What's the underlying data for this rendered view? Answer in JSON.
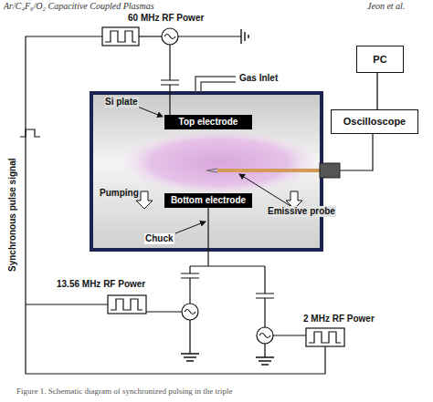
{
  "diagram": {
    "caption": "Figure 1.  Schematic diagram of synchronized pulsing in the triple",
    "nodes": [
      {
        "text": [
          "Top electrode"
        ]
      },
      {
        "text": [
          "Bottom electrode"
        ]
      },
      {
        "text": [
          "PC"
        ]
      },
      {
        "text": [
          "Oscilloscope"
        ]
      }
    ],
    "edges": [
      {
        "from": 2,
        "to": 3,
        "arrow": "none"
      }
    ],
    "labels": [
      "Ar/C₄F₆/O₂ Capacitive Coupled Plasmas",
      "Jeon et al.",
      "60 MHz RF Power",
      "Gas Inlet",
      "Si plate",
      "Emissive probe",
      "Pumping",
      "Synchronous pulse signal",
      "Chuck",
      "13.56 MHz RF Power",
      "2 MHz RF Power"
    ]
  }
}
